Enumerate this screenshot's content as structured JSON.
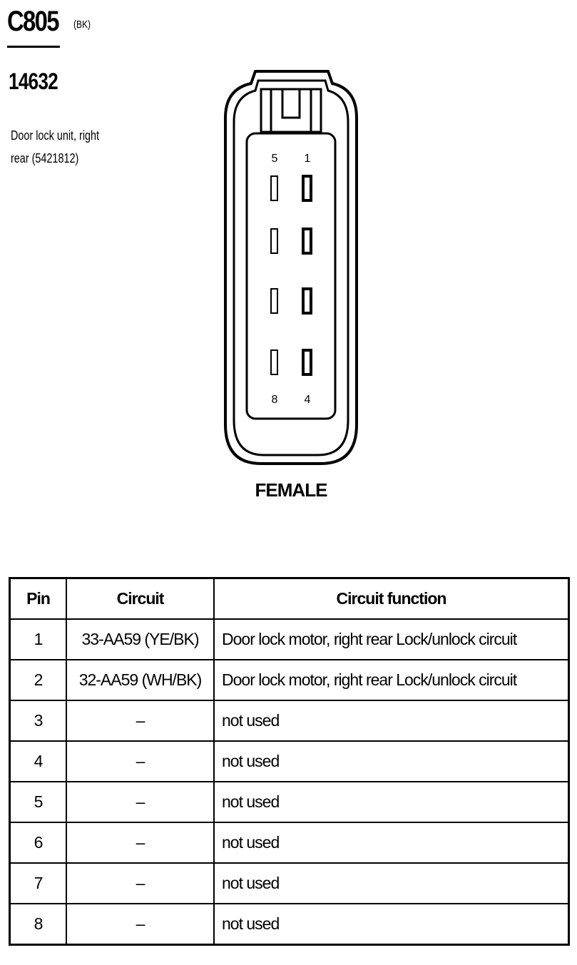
{
  "connector": {
    "id": "C805",
    "color_code": "(BK)",
    "part_number": "14632",
    "description": "Door lock unit, right rear (5421812)",
    "gender": "FEMALE",
    "face_labels": {
      "top_left": "5",
      "top_right": "1",
      "bottom_left": "8",
      "bottom_right": "4"
    }
  },
  "table": {
    "headers": {
      "pin": "Pin",
      "circuit": "Circuit",
      "function": "Circuit function"
    },
    "rows": [
      {
        "pin": "1",
        "circuit": "33-AA59 (YE/BK)",
        "function": "Door lock motor, right rear Lock/unlock circuit"
      },
      {
        "pin": "2",
        "circuit": "32-AA59 (WH/BK)",
        "function": "Door lock motor, right rear Lock/unlock circuit"
      },
      {
        "pin": "3",
        "circuit": "–",
        "function": "not used"
      },
      {
        "pin": "4",
        "circuit": "–",
        "function": "not used"
      },
      {
        "pin": "5",
        "circuit": "–",
        "function": "not used"
      },
      {
        "pin": "6",
        "circuit": "–",
        "function": "not used"
      },
      {
        "pin": "7",
        "circuit": "–",
        "function": "not used"
      },
      {
        "pin": "8",
        "circuit": "–",
        "function": "not used"
      }
    ]
  }
}
